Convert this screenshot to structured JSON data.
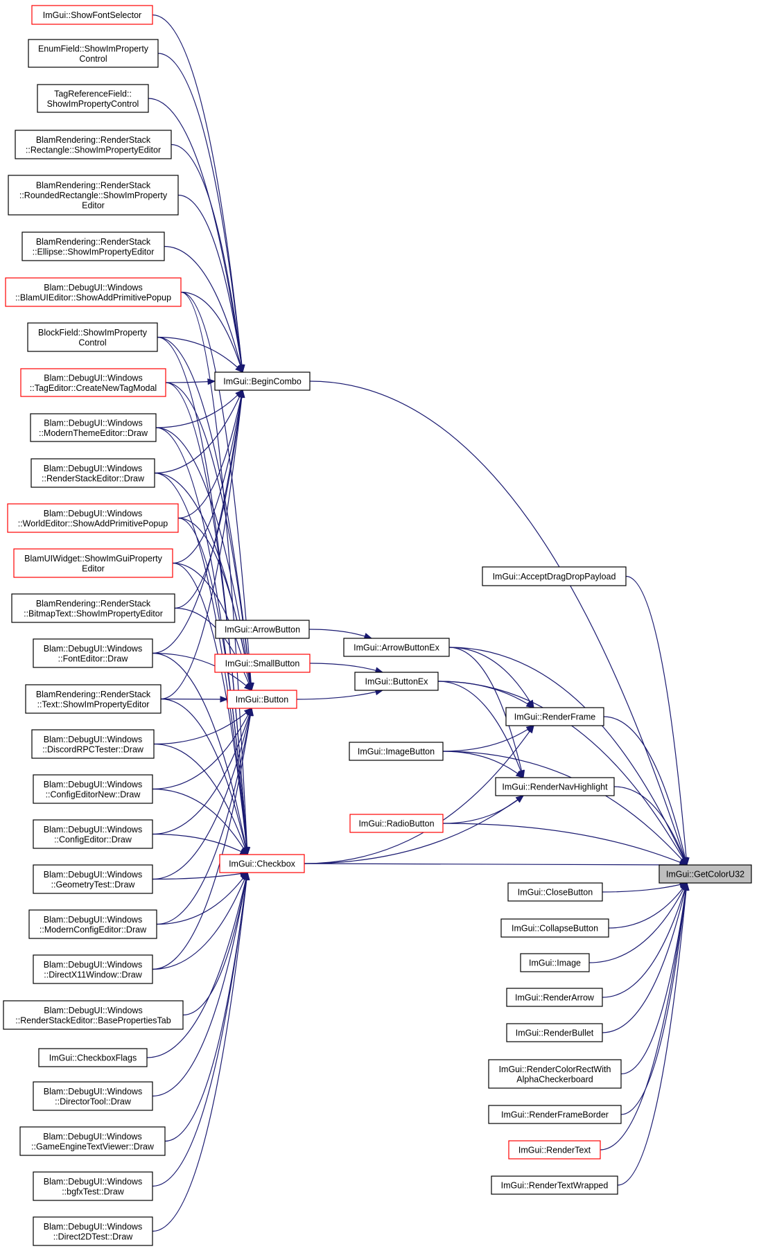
{
  "colors": {
    "edge": "#191970",
    "link_border": "#ff0000",
    "normal_border": "#000000",
    "current_fill": "#bfbfbf"
  },
  "nodes": {
    "showfontselector": [
      "ImGui::ShowFontSelector"
    ],
    "enumfield": [
      "EnumField::ShowImProperty",
      "Control"
    ],
    "tagreference": [
      "TagReferenceField::",
      "ShowImPropertyControl"
    ],
    "rs_rectangle": [
      "BlamRendering::RenderStack",
      "::Rectangle::ShowImPropertyEditor"
    ],
    "rs_roundedrect": [
      "BlamRendering::RenderStack",
      "::RoundedRectangle::ShowImProperty",
      "Editor"
    ],
    "rs_ellipse": [
      "BlamRendering::RenderStack",
      "::Ellipse::ShowImPropertyEditor"
    ],
    "blamuieditor": [
      "Blam::DebugUI::Windows",
      "::BlamUIEditor::ShowAddPrimitivePopup"
    ],
    "blockfield": [
      "BlockField::ShowImProperty",
      "Control"
    ],
    "tageditor": [
      "Blam::DebugUI::Windows",
      "::TagEditor::CreateNewTagModal"
    ],
    "modernthemeeditor": [
      "Blam::DebugUI::Windows",
      "::ModernThemeEditor::Draw"
    ],
    "renderstackeditor": [
      "Blam::DebugUI::Windows",
      "::RenderStackEditor::Draw"
    ],
    "worldeditor": [
      "Blam::DebugUI::Windows",
      "::WorldEditor::ShowAddPrimitivePopup"
    ],
    "blamuiwidget": [
      "BlamUIWidget::ShowImGuiProperty",
      "Editor"
    ],
    "rs_bitmaptext": [
      "BlamRendering::RenderStack",
      "::BitmapText::ShowImPropertyEditor"
    ],
    "fonteditor": [
      "Blam::DebugUI::Windows",
      "::FontEditor::Draw"
    ],
    "rs_text": [
      "BlamRendering::RenderStack",
      "::Text::ShowImPropertyEditor"
    ],
    "discordrpc": [
      "Blam::DebugUI::Windows",
      "::DiscordRPCTester::Draw"
    ],
    "configeditornew": [
      "Blam::DebugUI::Windows",
      "::ConfigEditorNew::Draw"
    ],
    "configeditor": [
      "Blam::DebugUI::Windows",
      "::ConfigEditor::Draw"
    ],
    "geometrytest": [
      "Blam::DebugUI::Windows",
      "::GeometryTest::Draw"
    ],
    "modernconfigeditor": [
      "Blam::DebugUI::Windows",
      "::ModernConfigEditor::Draw"
    ],
    "directx11window": [
      "Blam::DebugUI::Windows",
      "::DirectX11Window::Draw"
    ],
    "renderstackeditor_base": [
      "Blam::DebugUI::Windows",
      "::RenderStackEditor::BasePropertiesTab"
    ],
    "checkboxflags": [
      "ImGui::CheckboxFlags"
    ],
    "directortool": [
      "Blam::DebugUI::Windows",
      "::DirectorTool::Draw"
    ],
    "gameenginetextviewer": [
      "Blam::DebugUI::Windows",
      "::GameEngineTextViewer::Draw"
    ],
    "bgfxtest": [
      "Blam::DebugUI::Windows",
      "::bgfxTest::Draw"
    ],
    "direct2dtest": [
      "Blam::DebugUI::Windows",
      "::Direct2DTest::Draw"
    ],
    "begincombo": [
      "ImGui::BeginCombo"
    ],
    "arrowbutton": [
      "ImGui::ArrowButton"
    ],
    "smallbutton": [
      "ImGui::SmallButton"
    ],
    "button": [
      "ImGui::Button"
    ],
    "checkbox": [
      "ImGui::Checkbox"
    ],
    "arrowbuttonex": [
      "ImGui::ArrowButtonEx"
    ],
    "buttonex": [
      "ImGui::ButtonEx"
    ],
    "imagebutton": [
      "ImGui::ImageButton"
    ],
    "radiobutton": [
      "ImGui::RadioButton"
    ],
    "acceptdragdrop": [
      "ImGui::AcceptDragDropPayload"
    ],
    "renderframe": [
      "ImGui::RenderFrame"
    ],
    "rendernavhighlight": [
      "ImGui::RenderNavHighlight"
    ],
    "closebutton": [
      "ImGui::CloseButton"
    ],
    "collapsebutton": [
      "ImGui::CollapseButton"
    ],
    "image": [
      "ImGui::Image"
    ],
    "renderarrow": [
      "ImGui::RenderArrow"
    ],
    "renderbullet": [
      "ImGui::RenderBullet"
    ],
    "rendercolorrect": [
      "ImGui::RenderColorRectWith",
      "AlphaCheckerboard"
    ],
    "renderframeborder": [
      "ImGui::RenderFrameBorder"
    ],
    "rendertext": [
      "ImGui::RenderText"
    ],
    "rendertextwrapped": [
      "ImGui::RenderTextWrapped"
    ],
    "getcoloru32": [
      "ImGui::GetColorU32"
    ]
  }
}
